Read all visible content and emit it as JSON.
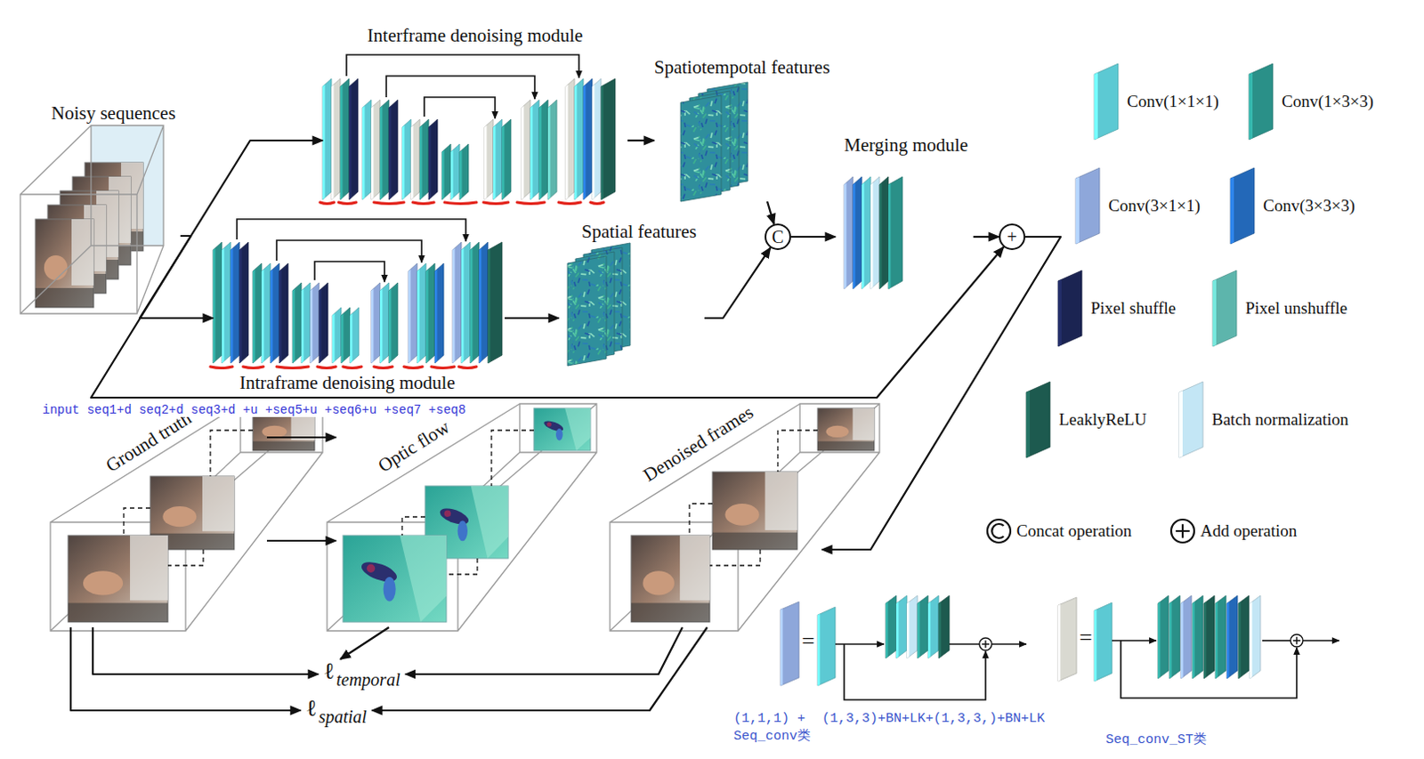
{
  "diagram": {
    "nodes": [
      {
        "text": [
          "Noisy sequences"
        ]
      },
      {
        "text": [
          "Interframe denoising module"
        ]
      },
      {
        "text": [
          "Spatiotempotal features"
        ]
      },
      {
        "text": [
          "Intraframe denoising module"
        ]
      },
      {
        "text": [
          "Spatial features"
        ]
      },
      {
        "text": [
          "C"
        ]
      },
      {
        "text": [
          "Merging module"
        ]
      },
      {
        "text": [
          "+"
        ]
      },
      {
        "text": [
          "Ground truth"
        ]
      },
      {
        "text": [
          "Optic flow"
        ]
      },
      {
        "text": [
          "Denoised frames"
        ]
      },
      {
        "text": [
          "ℓ",
          "temporal"
        ]
      },
      {
        "text": [
          "ℓ",
          "spatial"
        ]
      }
    ],
    "edges": [
      {
        "from": 0,
        "to": 1,
        "arrow": "to"
      },
      {
        "from": 0,
        "to": 3,
        "arrow": "to"
      },
      {
        "from": 0,
        "to": 7,
        "arrow": "to"
      },
      {
        "from": 1,
        "to": 2,
        "arrow": "to"
      },
      {
        "from": 3,
        "to": 4,
        "arrow": "to"
      },
      {
        "from": 2,
        "to": 5,
        "arrow": "to"
      },
      {
        "from": 4,
        "to": 5,
        "arrow": "to"
      },
      {
        "from": 5,
        "to": 6,
        "arrow": "to"
      },
      {
        "from": 6,
        "to": 7,
        "arrow": "to"
      },
      {
        "from": 7,
        "to": 10,
        "arrow": "to"
      },
      {
        "from": 8,
        "to": 9,
        "arrow": "to"
      },
      {
        "from": 8,
        "to": 9,
        "arrow": "to"
      },
      {
        "from": 9,
        "to": 11,
        "arrow": "to"
      },
      {
        "from": 8,
        "to": 11,
        "arrow": "to"
      },
      {
        "from": 10,
        "to": 11,
        "arrow": "to"
      },
      {
        "from": 8,
        "to": 12,
        "arrow": "to"
      },
      {
        "from": 10,
        "to": 12,
        "arrow": "to"
      }
    ],
    "labels": [
      "input seq1+d seq2+d seq3+d +u +seq5+u +seq6+u +seq7 +seq8",
      "=",
      "=",
      "(1,1,1) +",
      "Seq_conv类",
      "(1,3,3)+BN+LK+(1,3,3,)+BN+LK",
      "Seq_conv_ST类"
    ],
    "legend": [
      {
        "text": "Conv(1×1×1)",
        "color": "#5cc9d3"
      },
      {
        "text": "Conv(1×3×3)",
        "color": "#2a9088"
      },
      {
        "text": "Conv(3×1×1)",
        "color": "#8ea7da"
      },
      {
        "text": "Conv(3×3×3)",
        "color": "#2368b8"
      },
      {
        "text": "Pixel shuffle",
        "color": "#1b2452"
      },
      {
        "text": "Pixel unshuffle",
        "color": "#5db5ac"
      },
      {
        "text": "LeaklyReLU",
        "color": "#1d5a4f"
      },
      {
        "text": "Batch normalization",
        "color": "#c3e6f5"
      },
      {
        "text": "Concat operation"
      },
      {
        "text": "Add operation"
      }
    ]
  }
}
